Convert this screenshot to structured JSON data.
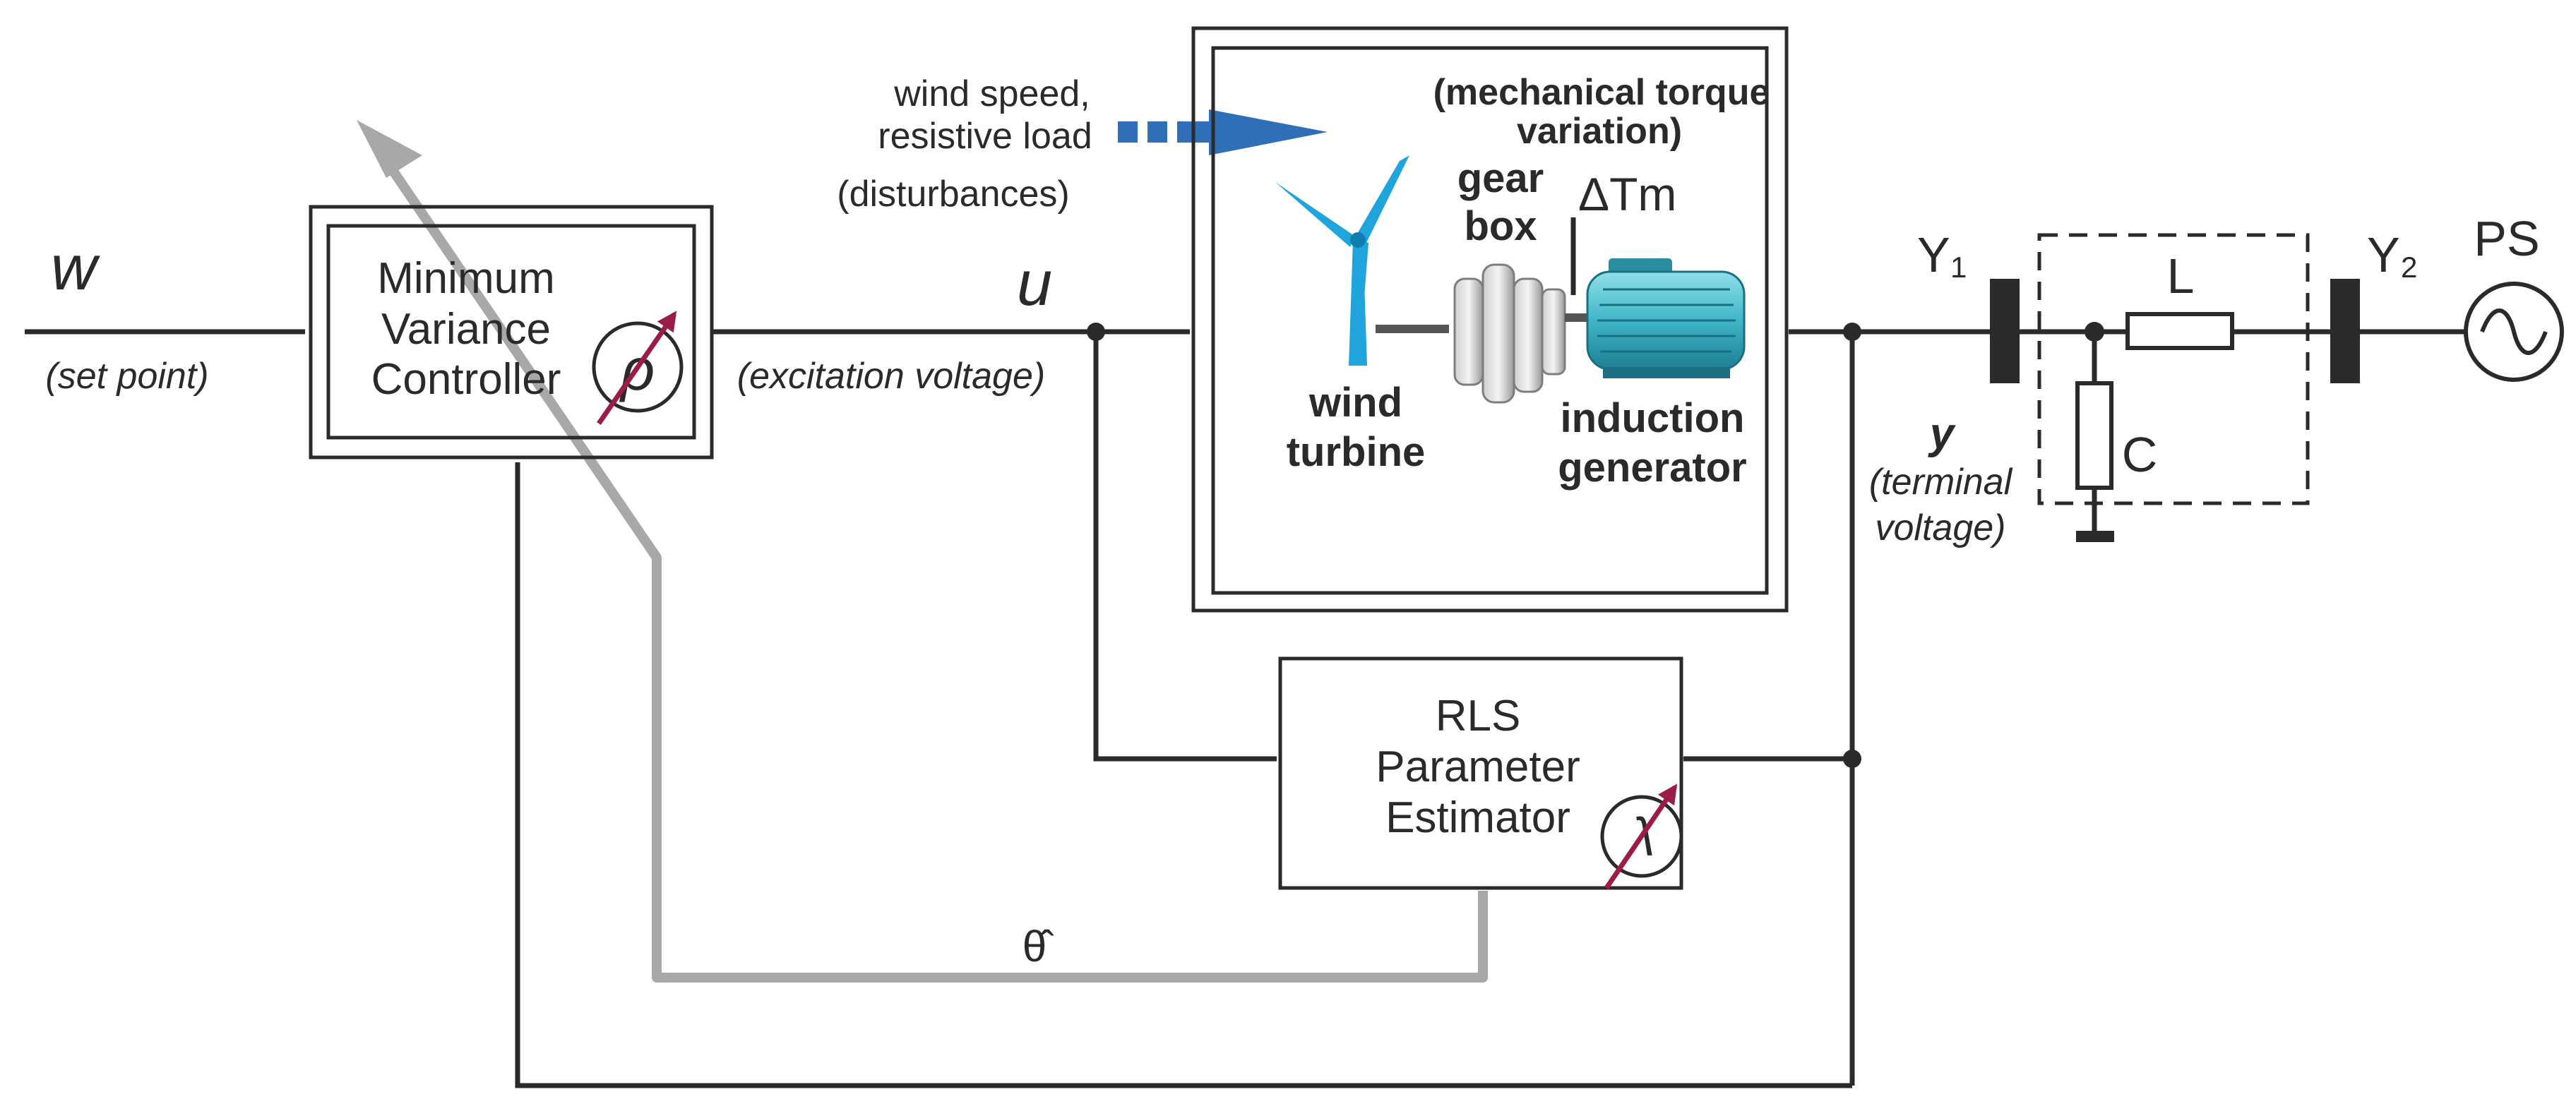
{
  "signals": {
    "w": "w",
    "setpoint": "(set point)",
    "u": "u",
    "excitation": "(excitation voltage)",
    "y": "y",
    "terminal_line1": "(terminal",
    "terminal_line2": "voltage)",
    "theta": "θ̂"
  },
  "disturbance": {
    "line1": "wind speed,",
    "line2": "resistive load",
    "line3": "(disturbances)"
  },
  "controller": {
    "line1": "Minimum",
    "line2": "Variance",
    "line3": "Controller",
    "symbol": "ρ"
  },
  "estimator": {
    "line1": "RLS",
    "line2": "Parameter",
    "line3": "Estimator",
    "symbol": "λ"
  },
  "plant": {
    "torque_line1": "(mechanical torque",
    "torque_line2": "variation)",
    "gear_line1": "gear",
    "gear_line2": "box",
    "delta_tm": "ΔTm",
    "turbine_line1": "wind",
    "turbine_line2": "turbine",
    "generator_line1": "induction",
    "generator_line2": "generator"
  },
  "grid": {
    "y1_main": "Y",
    "y1_sub": "1",
    "y2_main": "Y",
    "y2_sub": "2",
    "ps": "PS",
    "l": "L",
    "c": "C"
  },
  "colors": {
    "wire": "#2a2a2a",
    "adaptation_path": "#a8a8a8",
    "disturbance_arrow": "#2f6fb8",
    "tuning_arrow": "#9b1c45",
    "turbine": "#1fa5dc",
    "generator": "#3fb6c8"
  }
}
